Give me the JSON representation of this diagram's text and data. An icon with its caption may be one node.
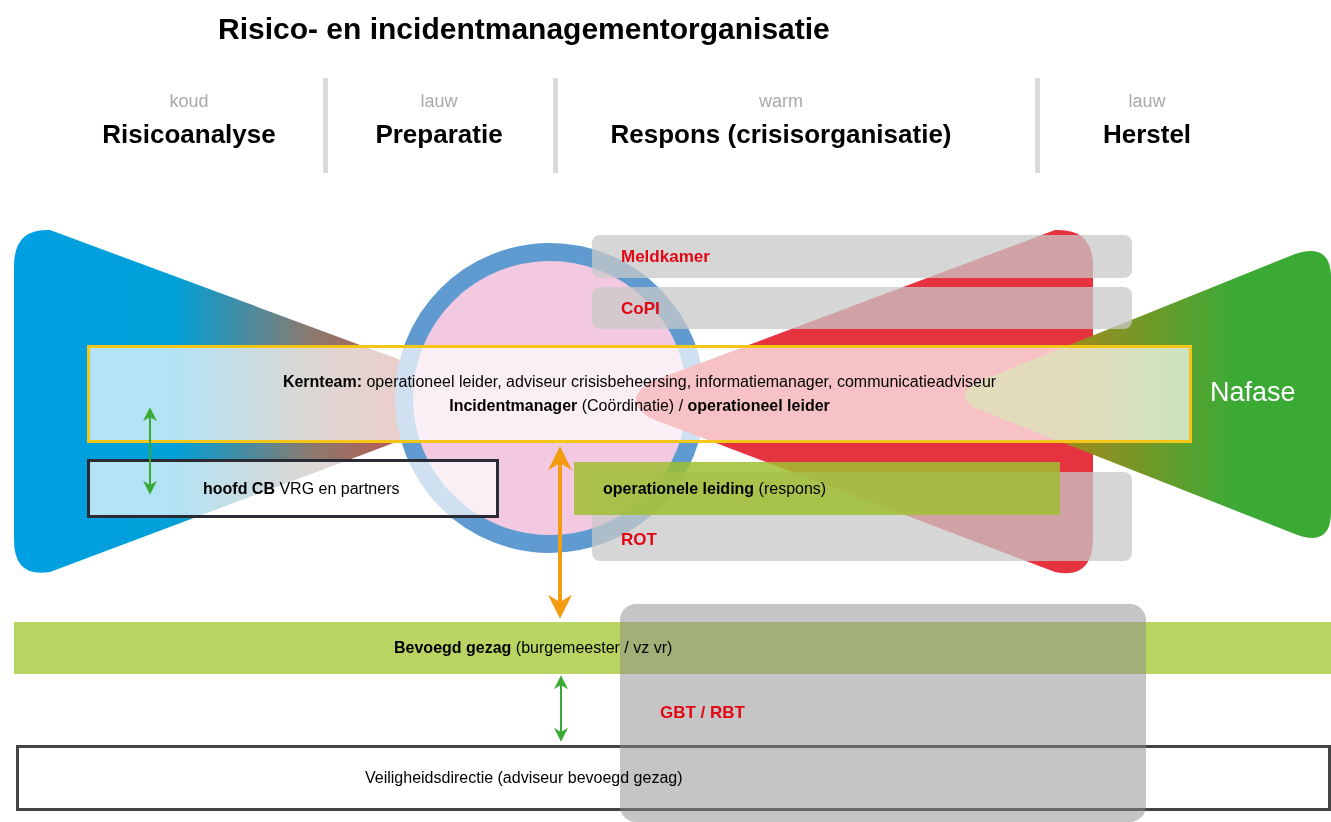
{
  "diagram": {
    "title": "Risico- en incidentmanagementorganisatie",
    "nodes": [
      {
        "text": [
          "Meldkamer"
        ]
      },
      {
        "text": [
          "CoPI"
        ]
      },
      {
        "text": [
          "Nafase"
        ]
      },
      {
        "text": [
          "**Kernteam:** operationeel leider, adviseur crisisbeheersing, informatiemanager, communicatieadviseur",
          "**Incidentmanager** (Coördinatie) / **operationeel leider**"
        ]
      },
      {
        "text": [
          "**hoofd CB** VRG en partners"
        ]
      },
      {
        "text": [
          "**operationele leiding** (respons)"
        ]
      },
      {
        "text": [
          "ROT"
        ]
      },
      {
        "text": [
          "**Bevoegd gezag** (burgemeester / vz vr)"
        ]
      },
      {
        "text": [
          "GBT / RBT"
        ]
      },
      {
        "text": [
          "Veiligheidsdirectie (adviseur bevoegd gezag)"
        ]
      }
    ],
    "edges": [
      {
        "from": 3,
        "to": 4,
        "arrow": "both"
      },
      {
        "from": 3,
        "to": 7,
        "arrow": "both",
        "color": "#f39c12",
        "style": "thick"
      },
      {
        "from": 7,
        "to": 9,
        "arrow": "both"
      }
    ],
    "labels": [
      "koud",
      "Risicoanalyse",
      "lauw",
      "Preparatie",
      "warm",
      "Respons (crisisorganisatie)",
      "lauw",
      "Herstel"
    ]
  }
}
